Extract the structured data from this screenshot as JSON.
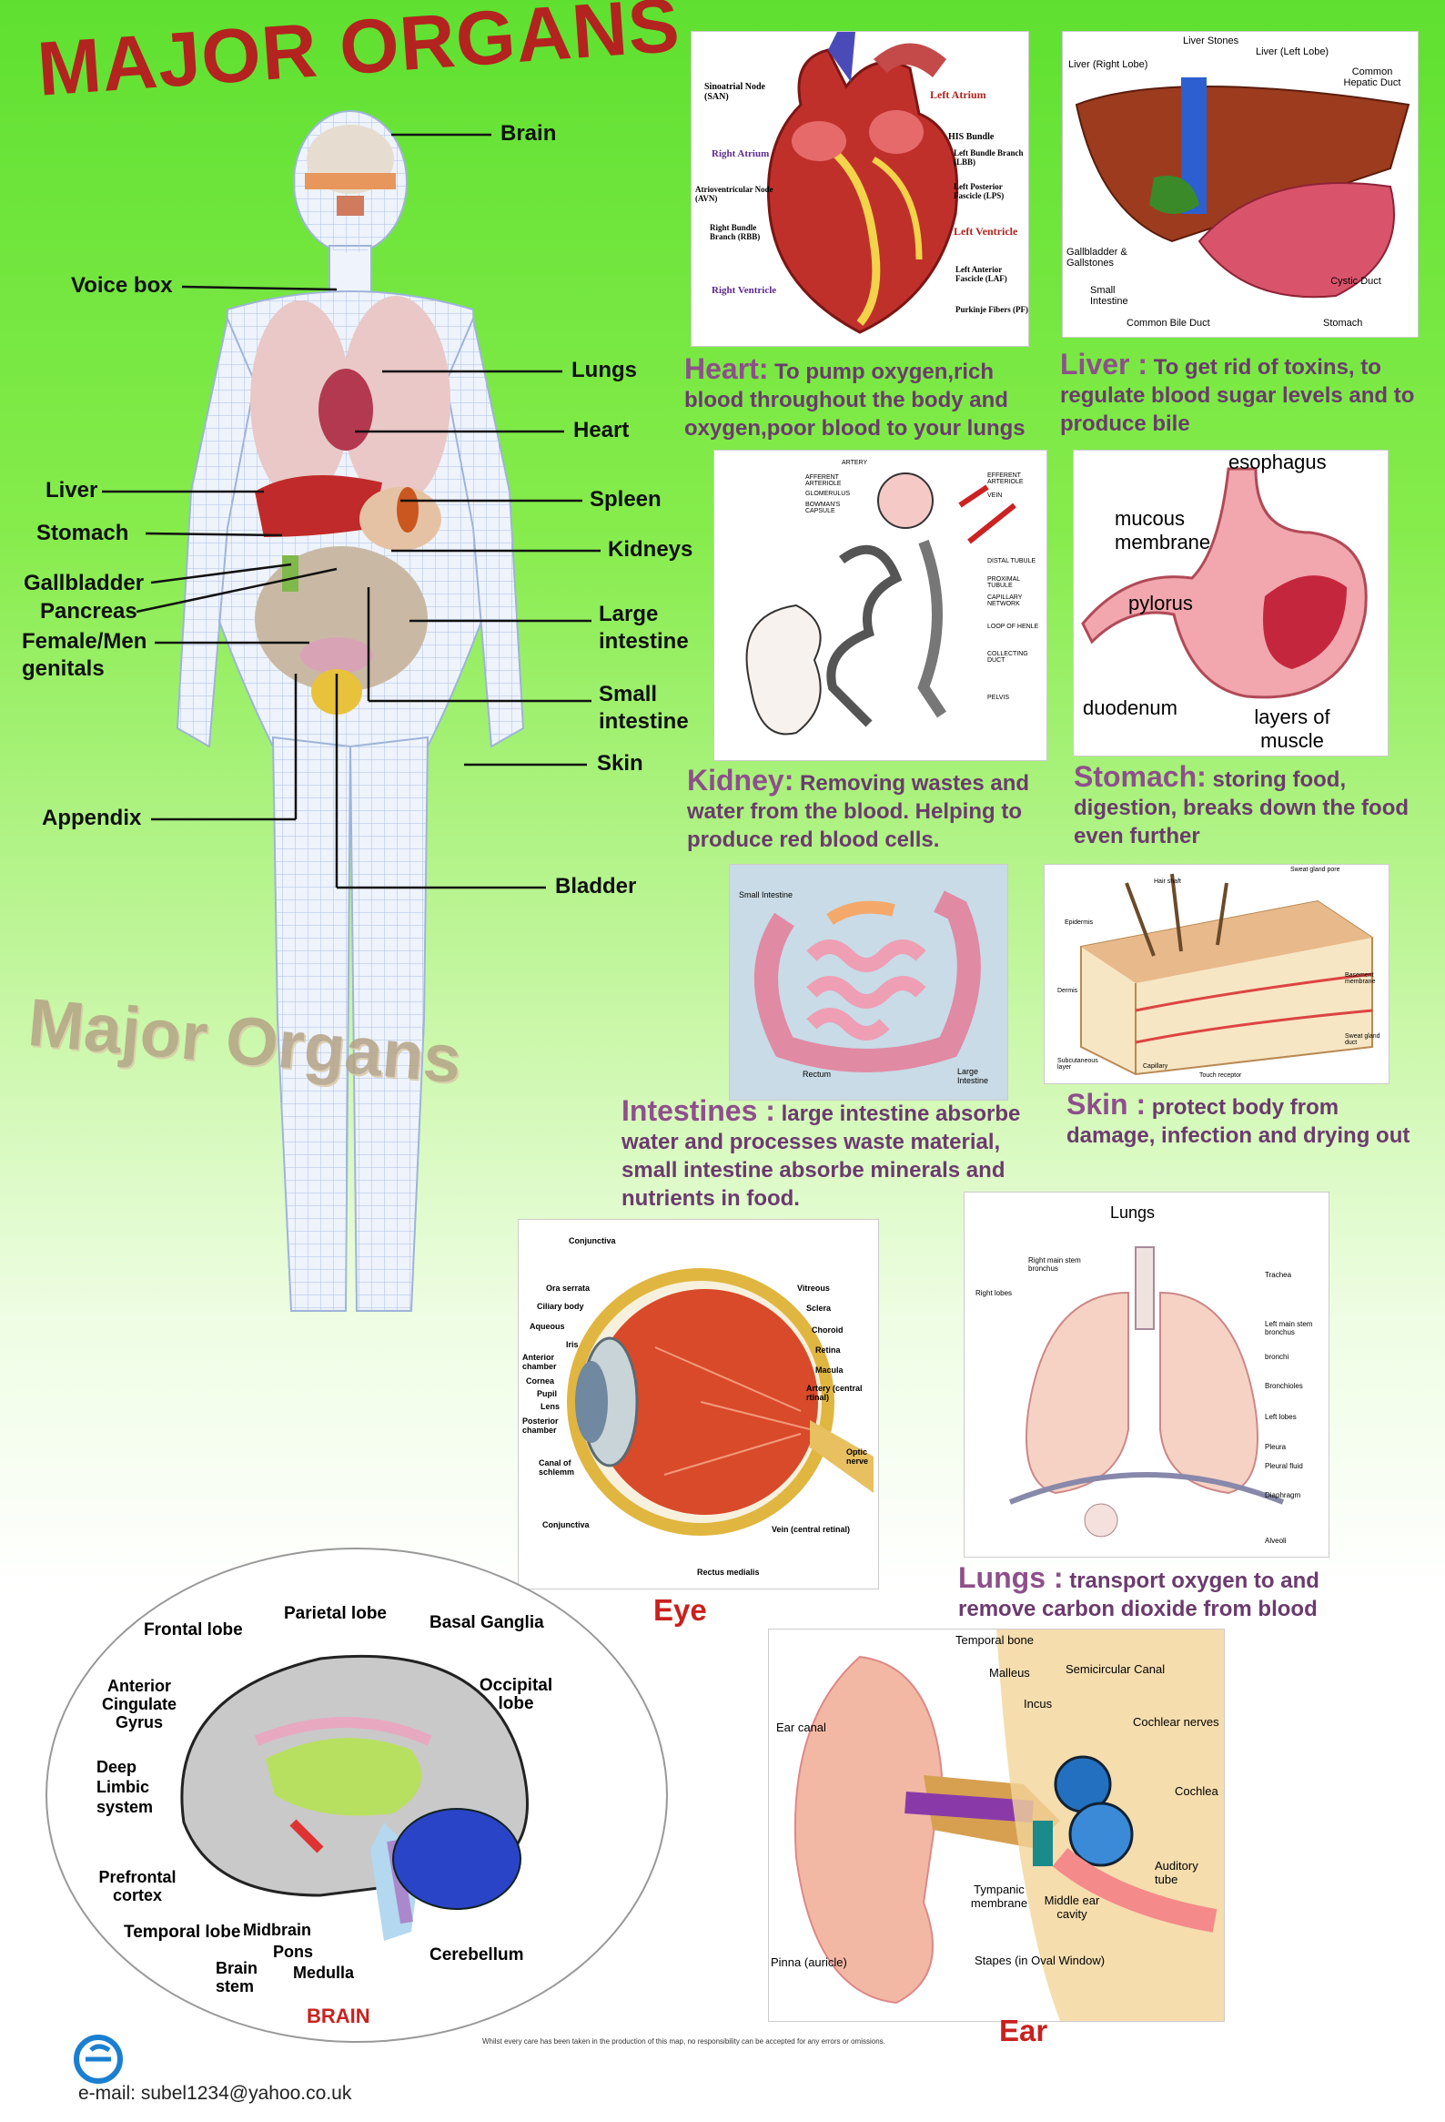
{
  "title": "MAJOR ORGANS",
  "watermark": "Major Organs",
  "body_labels": {
    "brain": "Brain",
    "voice_box": "Voice box",
    "lungs": "Lungs",
    "heart": "Heart",
    "liver": "Liver",
    "spleen": "Spleen",
    "stomach": "Stomach",
    "kidneys": "Kidneys",
    "gallbladder": "Gallbladder",
    "pancreas": "Pancreas",
    "large_intestine": "Large intestine",
    "genitals": "Female/Men genitals",
    "small_intestine": "Small intestine",
    "skin": "Skin",
    "appendix": "Appendix",
    "bladder": "Bladder"
  },
  "heart": {
    "labels": [
      "Sinoatrial Node (SAN)",
      "Left Atrium",
      "Right Atrium",
      "HIS Bundle",
      "Left Bundle Branch (LBB)",
      "Atrioventricular Node (AVN)",
      "Left Posterior Fascicle (LPS)",
      "Right Bundle Branch (RBB)",
      "Left Ventricle",
      "Right Ventricle",
      "Left Anterior Fascicle (LAF)",
      "Purkinje Fibers (PF)"
    ],
    "head": "Heart:",
    "text": "To pump oxygen,rich blood throughout the body and oxygen,poor blood to your lungs"
  },
  "liver": {
    "labels": [
      "Liver Stones",
      "Liver (Right Lobe)",
      "Liver (Left Lobe)",
      "Common Hepatic Duct",
      "Gallbladder & Gallstones",
      "Small Intestine",
      "Cystic Duct",
      "Common Bile Duct",
      "Stomach"
    ],
    "head": "Liver :",
    "text": "To get rid of toxins, to regulate blood sugar levels and to produce bile"
  },
  "kidney": {
    "labels": [
      "ARTERY",
      "AFFERENT ARTERIOLE",
      "GLOMERULUS",
      "BOWMAN'S CAPSULE",
      "EFFERENT ARTERIOLE",
      "VEIN",
      "DISTAL TUBULE",
      "PROXIMAL TUBULE",
      "CAPILLARY NETWORK",
      "LOOP OF HENLE",
      "COLLECTING DUCT",
      "PELVIS"
    ],
    "head": "Kidney:",
    "text": "Removing wastes and water from the blood. Helping to produce red blood cells."
  },
  "stomach": {
    "labels": [
      "esophagus",
      "mucous membrane",
      "pylorus",
      "duodenum",
      "layers of muscle"
    ],
    "head": "Stomach:",
    "text": "storing food, digestion, breaks down the food even further"
  },
  "intestines": {
    "labels": [
      "Small Intestine",
      "Rectum",
      "Large Intestine"
    ],
    "head": "Intestines :",
    "text": "large intestine absorbe water and processes waste material, small intestine absorbe minerals and nutrients in food."
  },
  "skin": {
    "labels": [
      "Hair shaft",
      "Sweat gland pore",
      "Epidermis",
      "Dermis",
      "Basement membrane",
      "Sweat gland duct",
      "Subcutaneous layer",
      "Capillary",
      "Touch receptor"
    ],
    "head": "Skin :",
    "text": "protect body from damage, infection and drying out"
  },
  "eye": {
    "labels": [
      "Conjunctiva",
      "Ora serrata",
      "Ciliary body",
      "Aqueous",
      "Iris",
      "Anterior chamber",
      "Cornea",
      "Pupil",
      "Lens",
      "Posterior chamber",
      "Canal of schlemm",
      "Conjunctiva",
      "Vitreous",
      "Sclera",
      "Choroid",
      "Retina",
      "Macula",
      "Artery (central rtinal)",
      "Optic nerve",
      "Vein (central retinal)",
      "Rectus medialis"
    ],
    "caption": "Eye"
  },
  "lungs": {
    "title": "Lungs",
    "labels": [
      "Right main stem bronchus",
      "Right lobes",
      "Trachea",
      "Left main stem bronchus",
      "bronchi",
      "Bronchioles",
      "Left lobes",
      "Pleura",
      "Pleural fluid",
      "Diaphragm",
      "Alveoli"
    ],
    "head": "Lungs :",
    "text": "transport oxygen to and remove carbon dioxide from blood"
  },
  "brain": {
    "labels": [
      "Parietal lobe",
      "Frontal lobe",
      "Basal Ganglia",
      "Anterior Cingulate Gyrus",
      "Occipital lobe",
      "Deep Limbic system",
      "Prefrontal cortex",
      "Temporal lobe",
      "Midbrain",
      "Pons",
      "Brain stem",
      "Medulla",
      "Cerebellum"
    ],
    "caption": "BRAIN"
  },
  "ear": {
    "labels": [
      "Temporal bone",
      "Malleus",
      "Semicircular Canal",
      "Incus",
      "Ear canal",
      "Cochlear nerves",
      "Cochlea",
      "Auditory tube",
      "Tympanic membrane",
      "Middle ear cavity",
      "Pinna (auricle)",
      "Stapes (in Oval Window)"
    ],
    "caption": "Ear"
  },
  "footer": {
    "email": "e-mail: subel1234@yahoo.co.uk",
    "disclaimer": "Whilst every care has been taken in the production of this map, no responsibility can be accepted for any errors or omissions."
  }
}
